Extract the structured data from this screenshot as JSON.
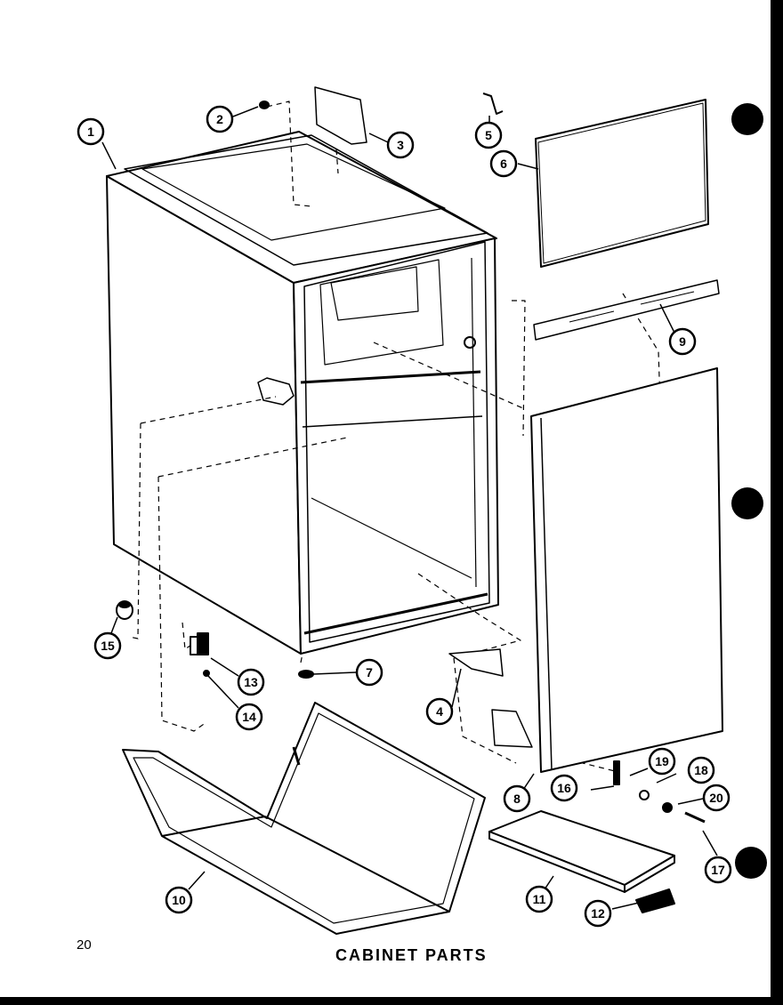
{
  "page": {
    "title": "CABINET PARTS",
    "page_number": "20"
  },
  "callouts": [
    "1",
    "2",
    "3",
    "5",
    "6",
    "9",
    "15",
    "13",
    "14",
    "7",
    "4",
    "8",
    "10",
    "11",
    "12",
    "16",
    "19",
    "18",
    "20",
    "17"
  ],
  "colors": {
    "ink": "#000000",
    "paper": "#ffffff"
  }
}
